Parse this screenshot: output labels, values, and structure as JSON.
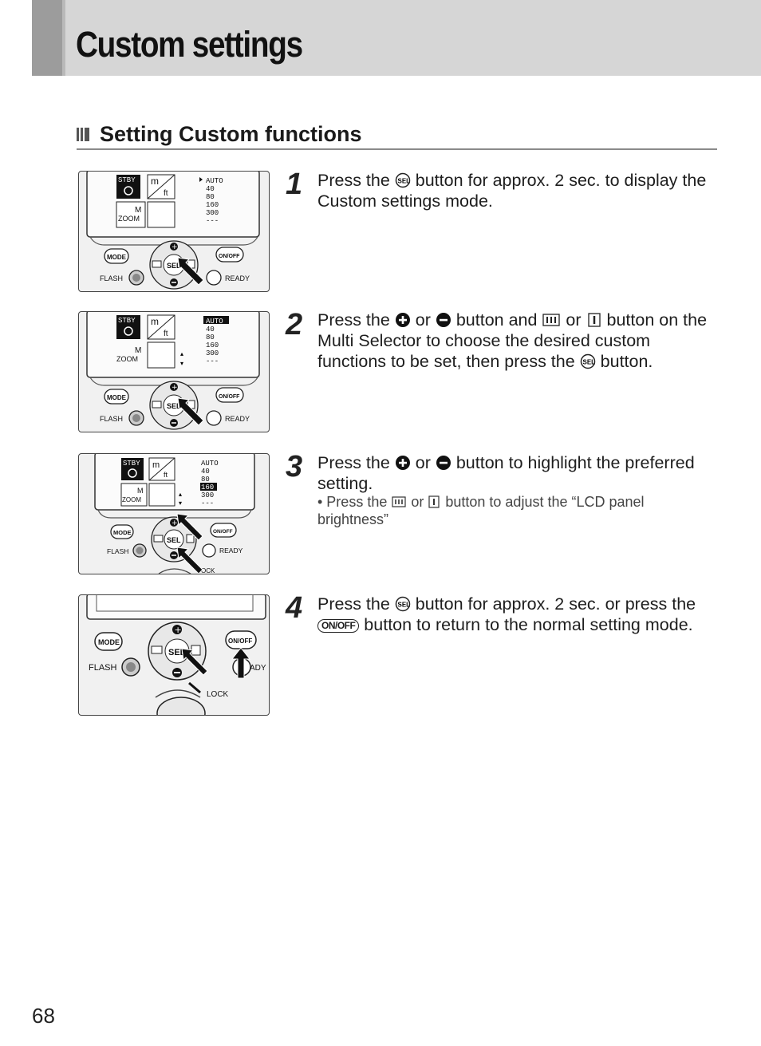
{
  "header": {
    "title": "Custom settings"
  },
  "section": {
    "title": "Setting Custom functions"
  },
  "icons": {
    "sel": "sel-button-icon",
    "plus": "plus-button-icon",
    "minus": "minus-button-icon",
    "wide": "wide-flash-icon",
    "tele": "tele-flash-icon",
    "onoff": "ON/OFF"
  },
  "figure": {
    "stby": "STBY",
    "m": "m",
    "ft": "ft",
    "zoom_m": "M",
    "zoom": "ZOOM",
    "values": [
      "AUTO",
      "40",
      "80",
      "160",
      "300",
      "---"
    ],
    "mode": "MODE",
    "onoff": "ON/OFF",
    "flash": "FLASH",
    "ready": "READY",
    "ready_partial": "ADY",
    "lock": "LOCK",
    "lock_partial": "OCK",
    "sel": "SEL"
  },
  "steps": [
    {
      "number": "1",
      "parts": [
        "Press the ",
        " button for approx. 2 sec. to display the Custom settings mode."
      ]
    },
    {
      "number": "2",
      "parts": [
        "Press the ",
        " or ",
        " button and ",
        " or ",
        " button on the Multi Selector to choose the desired custom functions to be set, then press the ",
        " button."
      ]
    },
    {
      "number": "3",
      "parts": [
        "Press the ",
        " or ",
        " button to highlight the preferred setting."
      ],
      "bullet": [
        "•  Press the ",
        " or ",
        " button to adjust the “LCD panel brightness”"
      ]
    },
    {
      "number": "4",
      "parts": [
        "Press the ",
        " button for approx. 2 sec. or press the ",
        " button to return to the normal setting mode."
      ]
    }
  ],
  "page_number": "68"
}
